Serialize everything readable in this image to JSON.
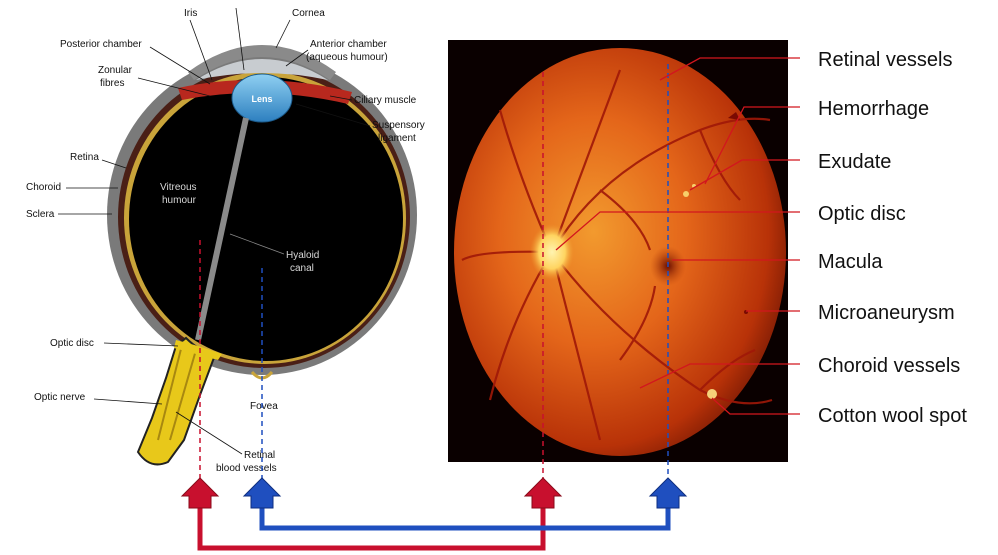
{
  "eye_diagram": {
    "labels": {
      "iris": "Iris",
      "cornea": "Cornea",
      "posterior_chamber": "Posterior chamber",
      "anterior_chamber_1": "Anterior chamber",
      "anterior_chamber_2": "(aqueous humour)",
      "zonular_fibres_1": "Zonular",
      "zonular_fibres_2": "fibres",
      "lens": "Lens",
      "ciliary_muscle": "Ciliary muscle",
      "suspensory_ligament_1": "Suspensory",
      "suspensory_ligament_2": "ligament",
      "retina": "Retina",
      "choroid": "Choroid",
      "sclera": "Sclera",
      "vitreous_humour_1": "Vitreous",
      "vitreous_humour_2": "humour",
      "hyaloid_canal_1": "Hyaloid",
      "hyaloid_canal_2": "canal",
      "optic_disc": "Optic disc",
      "optic_nerve": "Optic nerve",
      "fovea": "Fovea",
      "retinal_blood_vessels_1": "Retinal",
      "retinal_blood_vessels_2": "blood vessels"
    }
  },
  "fundus_labels": [
    "Retinal vessels",
    "Hemorrhage",
    "Exudate",
    "Optic disc",
    "Macula",
    "Microaneurysm",
    "Choroid vessels",
    "Cotton wool spot"
  ],
  "colors": {
    "red_connector": "#c8102e",
    "blue_connector": "#1f4fbf",
    "pointer_line": "#d2161e",
    "eye_interior": "#000000",
    "sclera": "#7a7a7a",
    "lens": "#4a9fd6",
    "optic_nerve": "#e8c81a"
  }
}
